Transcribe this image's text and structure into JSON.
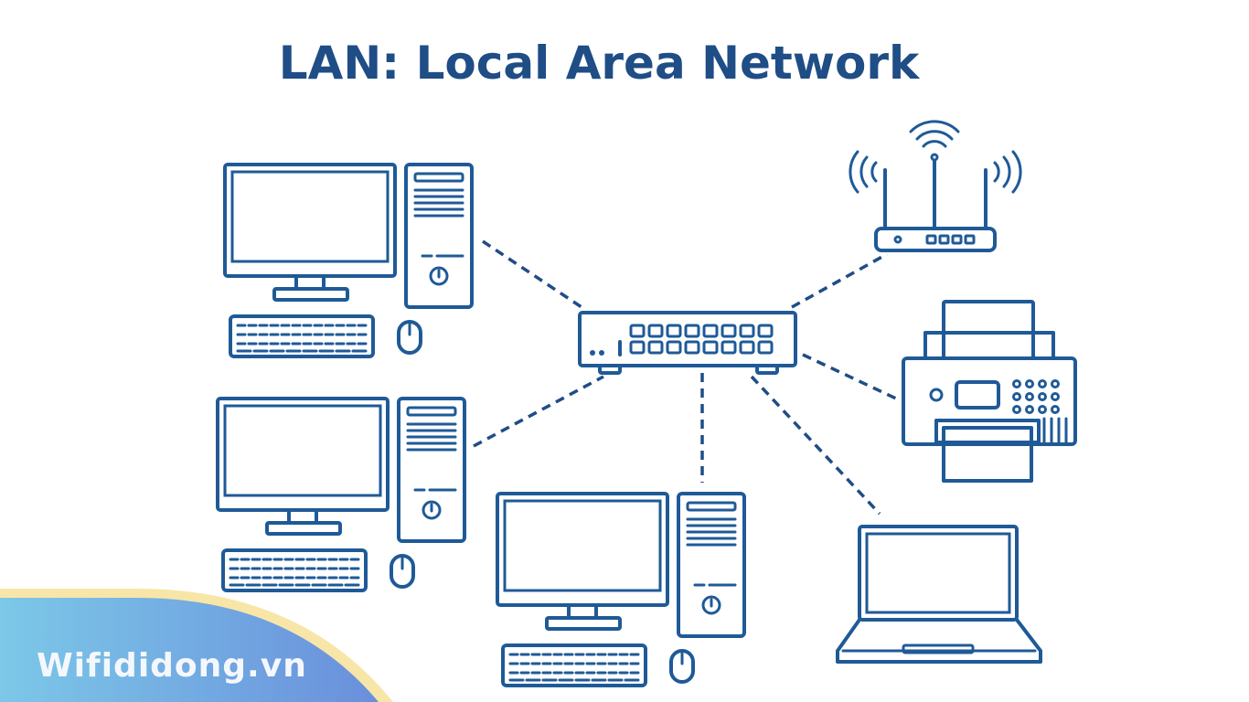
{
  "title": "LAN: Local Area Network",
  "watermark": "Wifididong.vn",
  "colors": {
    "line": "#1f5a97",
    "title": "#1f4d86",
    "watermark_gradient_start": "#7cc8e8",
    "watermark_gradient_end": "#6a8fdc",
    "watermark_border": "#f7e6a8"
  },
  "nodes": [
    {
      "id": "desktop-1",
      "icon": "desktop-computer-icon"
    },
    {
      "id": "desktop-2",
      "icon": "desktop-computer-icon"
    },
    {
      "id": "desktop-3",
      "icon": "desktop-computer-icon"
    },
    {
      "id": "switch",
      "icon": "network-switch-icon"
    },
    {
      "id": "router",
      "icon": "wifi-router-icon"
    },
    {
      "id": "printer",
      "icon": "printer-icon"
    },
    {
      "id": "laptop",
      "icon": "laptop-icon"
    }
  ],
  "links": [
    [
      "desktop-1",
      "switch"
    ],
    [
      "desktop-2",
      "switch"
    ],
    [
      "desktop-3",
      "switch"
    ],
    [
      "router",
      "switch"
    ],
    [
      "printer",
      "switch"
    ],
    [
      "laptop",
      "switch"
    ]
  ]
}
